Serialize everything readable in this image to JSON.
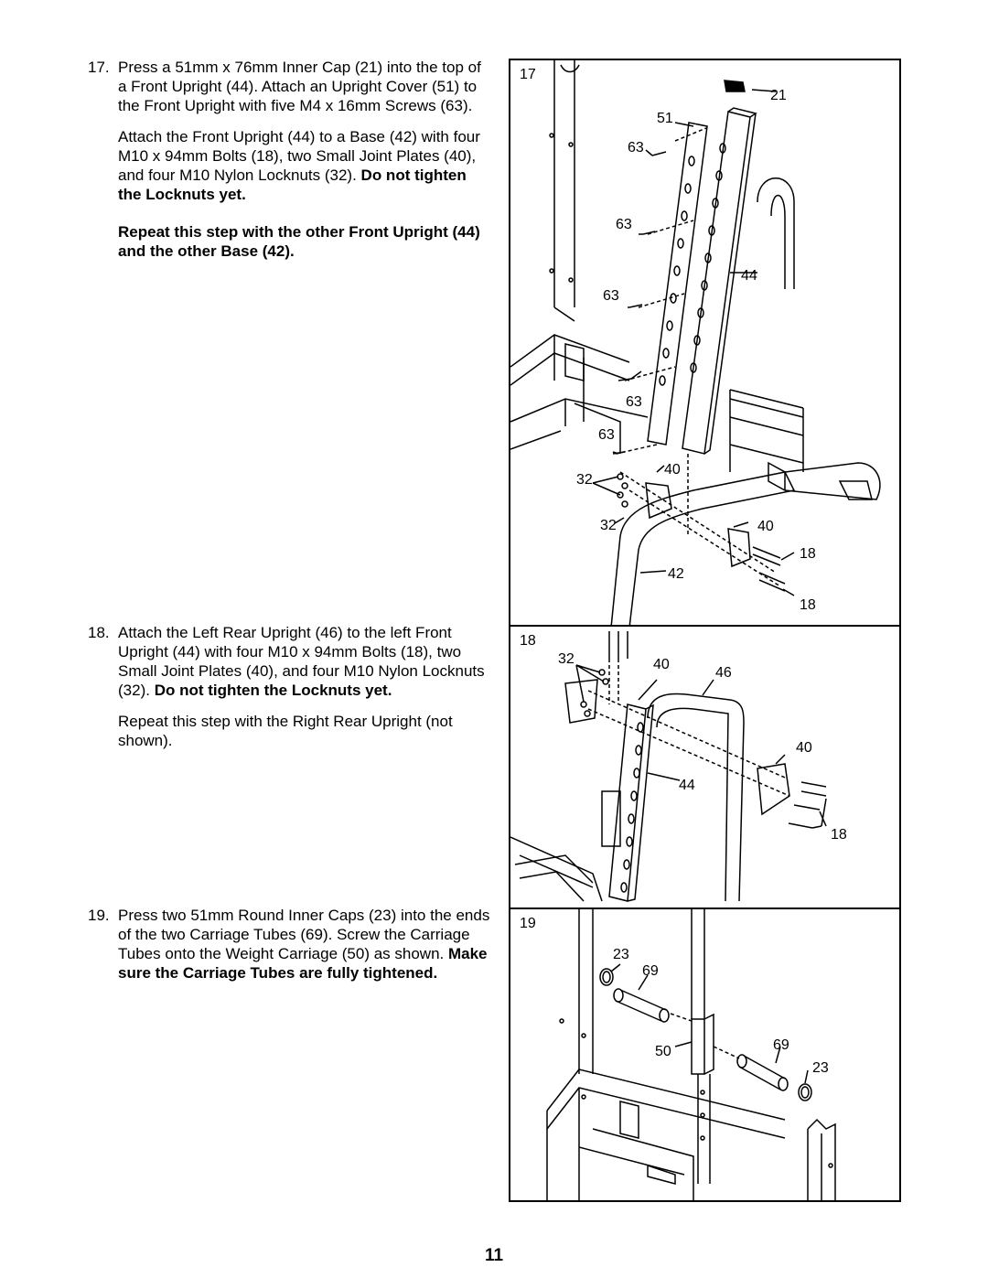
{
  "steps": [
    {
      "number": "17.",
      "p1": "Press a 51mm x 76mm Inner Cap (21) into the top of a Front Upright (44). Attach an Upright Cover (51) to the Front Upright with five M4 x 16mm Screws (63).",
      "p2": "Attach the Front Upright (44) to a Base (42) with four M10 x 94mm Bolts (18), two Small Joint Plates (40), and four M10 Nylon Locknuts (32).",
      "p2_bold": "Do not tighten the Locknuts yet.",
      "p3_bold": "Repeat this step with the other Front Upright (44) and the other Base (42)."
    },
    {
      "number": "18.",
      "p1": "Attach the Left Rear Upright (46) to the left Front Upright (44) with four M10 x 94mm Bolts (18), two Small Joint Plates (40), and four M10 Nylon Locknuts (32).",
      "p1_bold": "Do not tighten the Locknuts yet.",
      "p2": "Repeat this step with the Right Rear Upright (not shown)."
    },
    {
      "number": "19.",
      "p1": "Press two 51mm Round Inner Caps (23) into the ends of the two Carriage Tubes (69). Screw the Carriage Tubes onto the Weight Carriage (50) as shown.",
      "p1_bold": "Make sure the Carriage Tubes are fully tightened."
    }
  ],
  "diagrams": [
    {
      "step": "17",
      "callouts": {
        "c21": "21",
        "c51": "51",
        "c63a": "63",
        "c63b": "63",
        "c44": "44",
        "c63c": "63",
        "c63d": "63",
        "c63e": "63",
        "c40a": "40",
        "c32a": "32",
        "c32b": "32",
        "c40b": "40",
        "c18a": "18",
        "c42": "42",
        "c18b": "18"
      }
    },
    {
      "step": "18",
      "callouts": {
        "c32": "32",
        "c40a": "40",
        "c46": "46",
        "c40b": "40",
        "c44": "44",
        "c18": "18"
      }
    },
    {
      "step": "19",
      "callouts": {
        "c23a": "23",
        "c69a": "69",
        "c50": "50",
        "c69b": "69",
        "c23b": "23"
      }
    }
  ],
  "page_number": "11"
}
